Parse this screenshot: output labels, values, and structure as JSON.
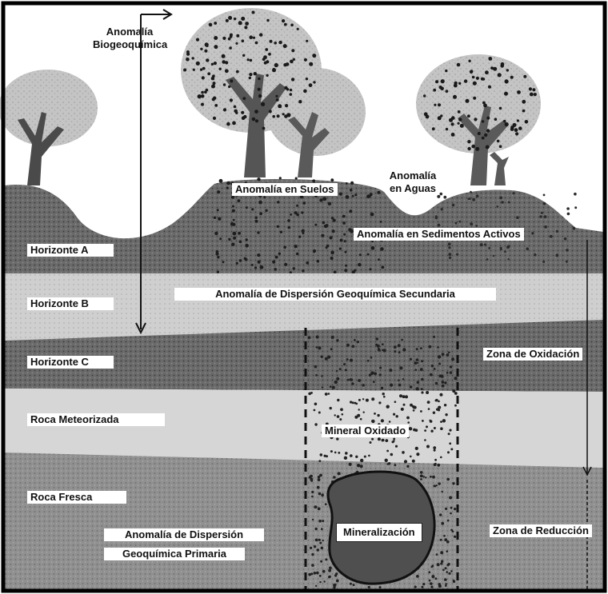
{
  "diagram": {
    "labels": {
      "anomalia_biogeoquimica_1": "Anomalía",
      "anomalia_biogeoquimica_2": "Biogeoquímica",
      "anomalia_suelos": "Anomalía en Suelos",
      "anomalia_aguas_1": "Anomalía",
      "anomalia_aguas_2": "en Aguas",
      "anomalia_sedimentos": "Anomalía en Sedimentos Activos",
      "horizonte_a": "Horizonte A",
      "horizonte_b": "Horizonte B",
      "horizonte_c": "Horizonte C",
      "dispersion_secundaria": "Anomalía de Dispersión Geoquímica Secundaria",
      "zona_oxidacion": "Zona de Oxidación",
      "roca_meteorizada": "Roca Meteorizada",
      "mineral_oxidado": "Mineral Oxidado",
      "roca_fresca": "Roca Fresca",
      "mineralizacion": "Mineralización",
      "zona_reduccion": "Zona de Reducción",
      "dispersion_primaria_1": "Anomalía de Dispersión",
      "dispersion_primaria_2": "Geoquímica Primaria"
    },
    "colors": {
      "frame": "#000000",
      "horizonte_a": "#6e6e6e",
      "horizonte_b": "#c7c7c7",
      "horizonte_c": "#5d5d5d",
      "roca_meteorizada": "#d4d4d4",
      "roca_fresca": "#8c8c8c",
      "tree_canopy": "#bdbdbd",
      "dots": "#1a1a1a"
    }
  }
}
